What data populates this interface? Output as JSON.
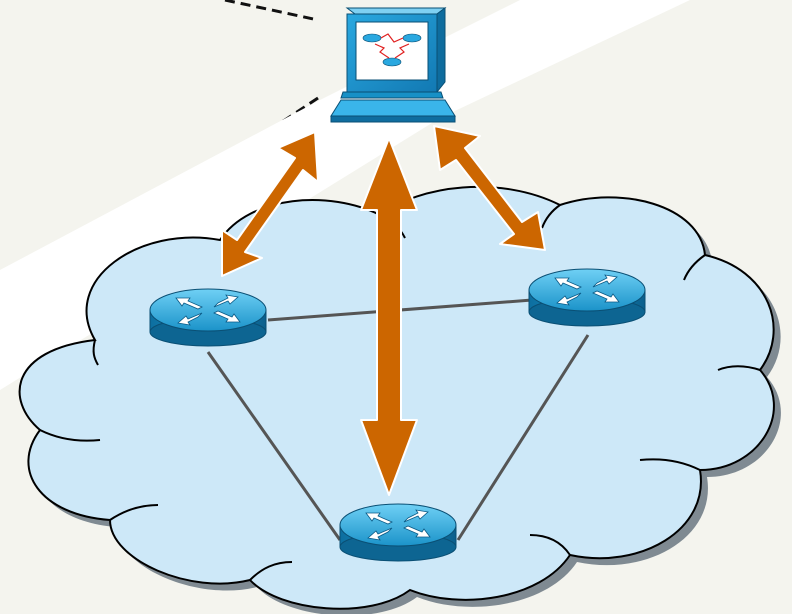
{
  "diagram": {
    "nodes": [
      {
        "id": "management-station",
        "icon": "workstation-icon"
      },
      {
        "id": "router-left",
        "icon": "router-icon"
      },
      {
        "id": "router-right",
        "icon": "router-icon"
      },
      {
        "id": "router-bottom",
        "icon": "router-icon"
      }
    ],
    "links": [
      {
        "from": "router-left",
        "to": "router-right"
      },
      {
        "from": "router-left",
        "to": "router-bottom"
      },
      {
        "from": "router-right",
        "to": "router-bottom"
      }
    ],
    "management_arrows": [
      {
        "from": "management-station",
        "to": "router-left",
        "direction": "both"
      },
      {
        "from": "management-station",
        "to": "router-bottom",
        "direction": "both"
      },
      {
        "from": "management-station",
        "to": "router-right",
        "direction": "both"
      }
    ],
    "colors": {
      "background": "#f4f4ee",
      "cloud": "#cde8f8",
      "arrow": "#cc6600",
      "router": "#1d8fc4",
      "link": "#555555"
    }
  }
}
